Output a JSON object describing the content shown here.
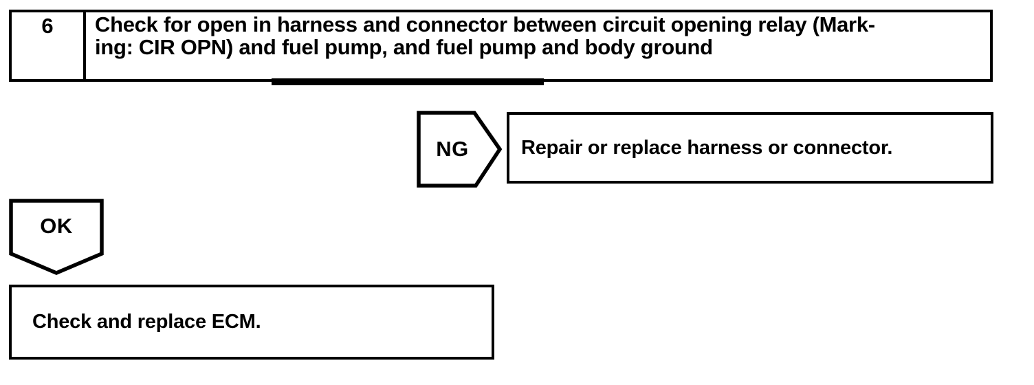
{
  "page": {
    "background_color": "#ffffff",
    "ink_color": "#000000"
  },
  "step": {
    "number": "6",
    "instruction_lines": [
      "Check for open in harness and connector between circuit opening relay (Mark-",
      "ing: CIR OPN) and fuel pump, and fuel pump and body ground"
    ]
  },
  "ng_branch": {
    "label": "NG",
    "action": "Repair or replace harness or connector."
  },
  "ok_branch": {
    "label": "OK",
    "action": "Check and replace ECM."
  }
}
